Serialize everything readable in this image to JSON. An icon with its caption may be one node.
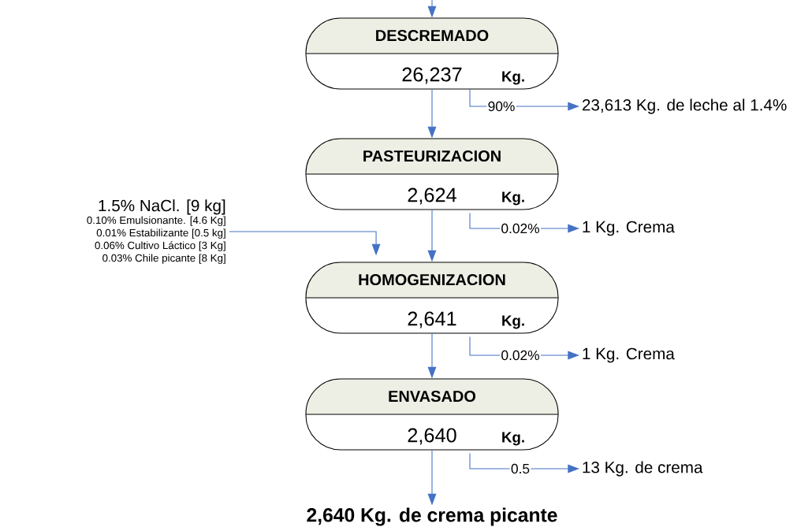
{
  "diagram": {
    "nodes": [
      {
        "text": [
          "DESCREMADO",
          "26,237",
          "Kg."
        ]
      },
      {
        "text": [
          "PASTEURIZACION",
          "2,624",
          "Kg."
        ]
      },
      {
        "text": [
          "HOMOGENIZACION",
          "2,641",
          "Kg."
        ]
      },
      {
        "text": [
          "ENVASADO",
          "2,640",
          "Kg."
        ]
      },
      {
        "text": [
          "23,613 Kg. de leche al 1.4%"
        ]
      },
      {
        "text": [
          "1 Kg. Crema"
        ]
      },
      {
        "text": [
          "1 Kg. Crema"
        ]
      },
      {
        "text": [
          "13  Kg. de crema"
        ]
      },
      {
        "text": [
          "1.5% NaCl. [9 kg]",
          "0.10% Emulsionante. [4.6 Kg]",
          "0.01% Estabilizante [0.5 kg]",
          "0.06% Cultivo Láctico [3 Kg]",
          "0.03% Chile picante [8 Kg]"
        ]
      },
      {
        "text": [
          "2,640 Kg. de crema picante"
        ]
      }
    ],
    "edges": [
      {
        "from": null,
        "to": 0,
        "arrow": "to"
      },
      {
        "from": 0,
        "to": 1,
        "arrow": "to"
      },
      {
        "from": 0,
        "to": 4,
        "arrow": "to",
        "label": "90%"
      },
      {
        "from": 1,
        "to": 2,
        "arrow": "to"
      },
      {
        "from": 1,
        "to": 5,
        "arrow": "to",
        "label": "0.02%"
      },
      {
        "from": 8,
        "to": 2,
        "arrow": "to"
      },
      {
        "from": 2,
        "to": 3,
        "arrow": "to"
      },
      {
        "from": 2,
        "to": 6,
        "arrow": "to",
        "label": "0.02%"
      },
      {
        "from": 3,
        "to": 9,
        "arrow": "to"
      },
      {
        "from": 3,
        "to": 7,
        "arrow": "to",
        "label": "0.5"
      }
    ]
  }
}
